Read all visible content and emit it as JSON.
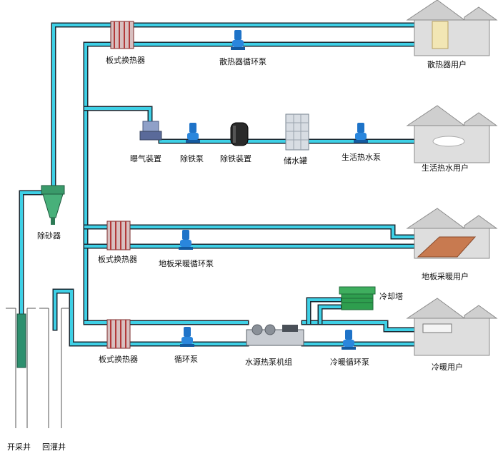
{
  "labels": {
    "plate_hx_1": "板式换热器",
    "radiator_pump": "散热器循环泵",
    "radiator_user": "散热器用户",
    "aerator": "曝气装置",
    "iron_pump": "除铁泵",
    "iron_removal": "除铁装置",
    "storage_tank": "储水罐",
    "hot_water_pump": "生活热水泵",
    "hot_water_user": "生活热水用户",
    "desander": "除砂器",
    "plate_hx_2": "板式换热器",
    "floor_pump": "地板采暖循环泵",
    "floor_user": "地板采暖用户",
    "cooling_tower": "冷却塔",
    "plate_hx_3": "板式换热器",
    "circ_pump": "循环泵",
    "heat_pump_unit": "水源热泵机组",
    "cool_heat_pump": "冷暖循环泵",
    "cool_heat_user": "冷暖用户",
    "production_well": "开采井",
    "reinjection_well": "回灌井"
  },
  "colors": {
    "pipe_outer": "#1b2a33",
    "pipe_inner": "#3ed0e6",
    "pump_blue": "#1e73c8",
    "plate_hx": "#b23a3a",
    "tower_green": "#2e9e4e",
    "house": "#cfcfcf"
  }
}
